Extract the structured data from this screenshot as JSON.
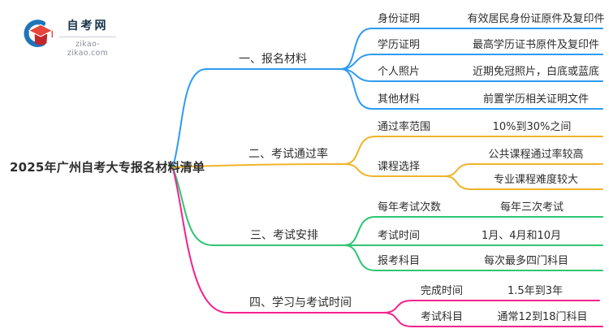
{
  "logo": {
    "title": "自考网",
    "domain": "zikao-zikao.com",
    "brand_blue": "#1E74B8",
    "brand_red": "#E8453C"
  },
  "root": {
    "label": "2025年广州自考大专报名材料清单"
  },
  "colors": {
    "branch1": "#2E9BF0",
    "branch2": "#F0B429",
    "branch3": "#2EC572",
    "branch4": "#F2238E",
    "text": "#2D2D2D"
  },
  "branches": [
    {
      "label": "一、报名材料",
      "color": "#2E9BF0",
      "children": [
        {
          "label": "身份证明",
          "leaf": "有效居民身份证原件及复印件"
        },
        {
          "label": "学历证明",
          "leaf": "最高学历证书原件及复印件"
        },
        {
          "label": "个人照片",
          "leaf": "近期免冠照片，白底或蓝底"
        },
        {
          "label": "其他材料",
          "leaf": "前置学历相关证明文件"
        }
      ]
    },
    {
      "label": "二、考试通过率",
      "color": "#F0B429",
      "children": [
        {
          "label": "通过率范围",
          "leaf": "10%到30%之间"
        },
        {
          "label": "课程选择",
          "leaves": [
            "公共课程通过率较高",
            "专业课程难度较大"
          ]
        }
      ]
    },
    {
      "label": "三、考试安排",
      "color": "#2EC572",
      "children": [
        {
          "label": "每年考试次数",
          "leaf": "每年三次考试"
        },
        {
          "label": "考试时间",
          "leaf": "1月、4月和10月"
        },
        {
          "label": "报考科目",
          "leaf": "每次最多四门科目"
        }
      ]
    },
    {
      "label": "四、学习与考试时间",
      "color": "#F2238E",
      "children": [
        {
          "label": "完成时间",
          "leaf": "1.5年到3年"
        },
        {
          "label": "考试科目",
          "leaf": "通常12到18门科目"
        }
      ]
    }
  ]
}
